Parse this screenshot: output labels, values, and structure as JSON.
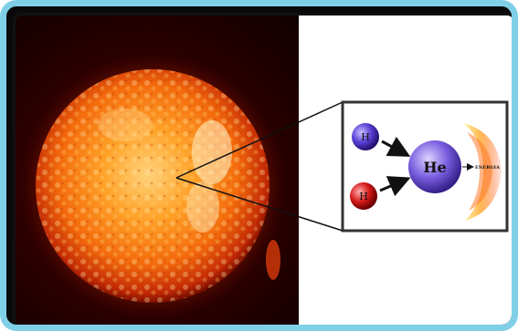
{
  "diagram": {
    "particles": [
      {
        "id": "hydrogen-top",
        "label": "H",
        "color": "#5a3fd6"
      },
      {
        "id": "hydrogen-bottom",
        "label": "H",
        "color": "#d61a1a"
      },
      {
        "id": "helium",
        "label": "He",
        "color": "#7a5fe0"
      }
    ],
    "energy_label": "ENERGIA"
  }
}
